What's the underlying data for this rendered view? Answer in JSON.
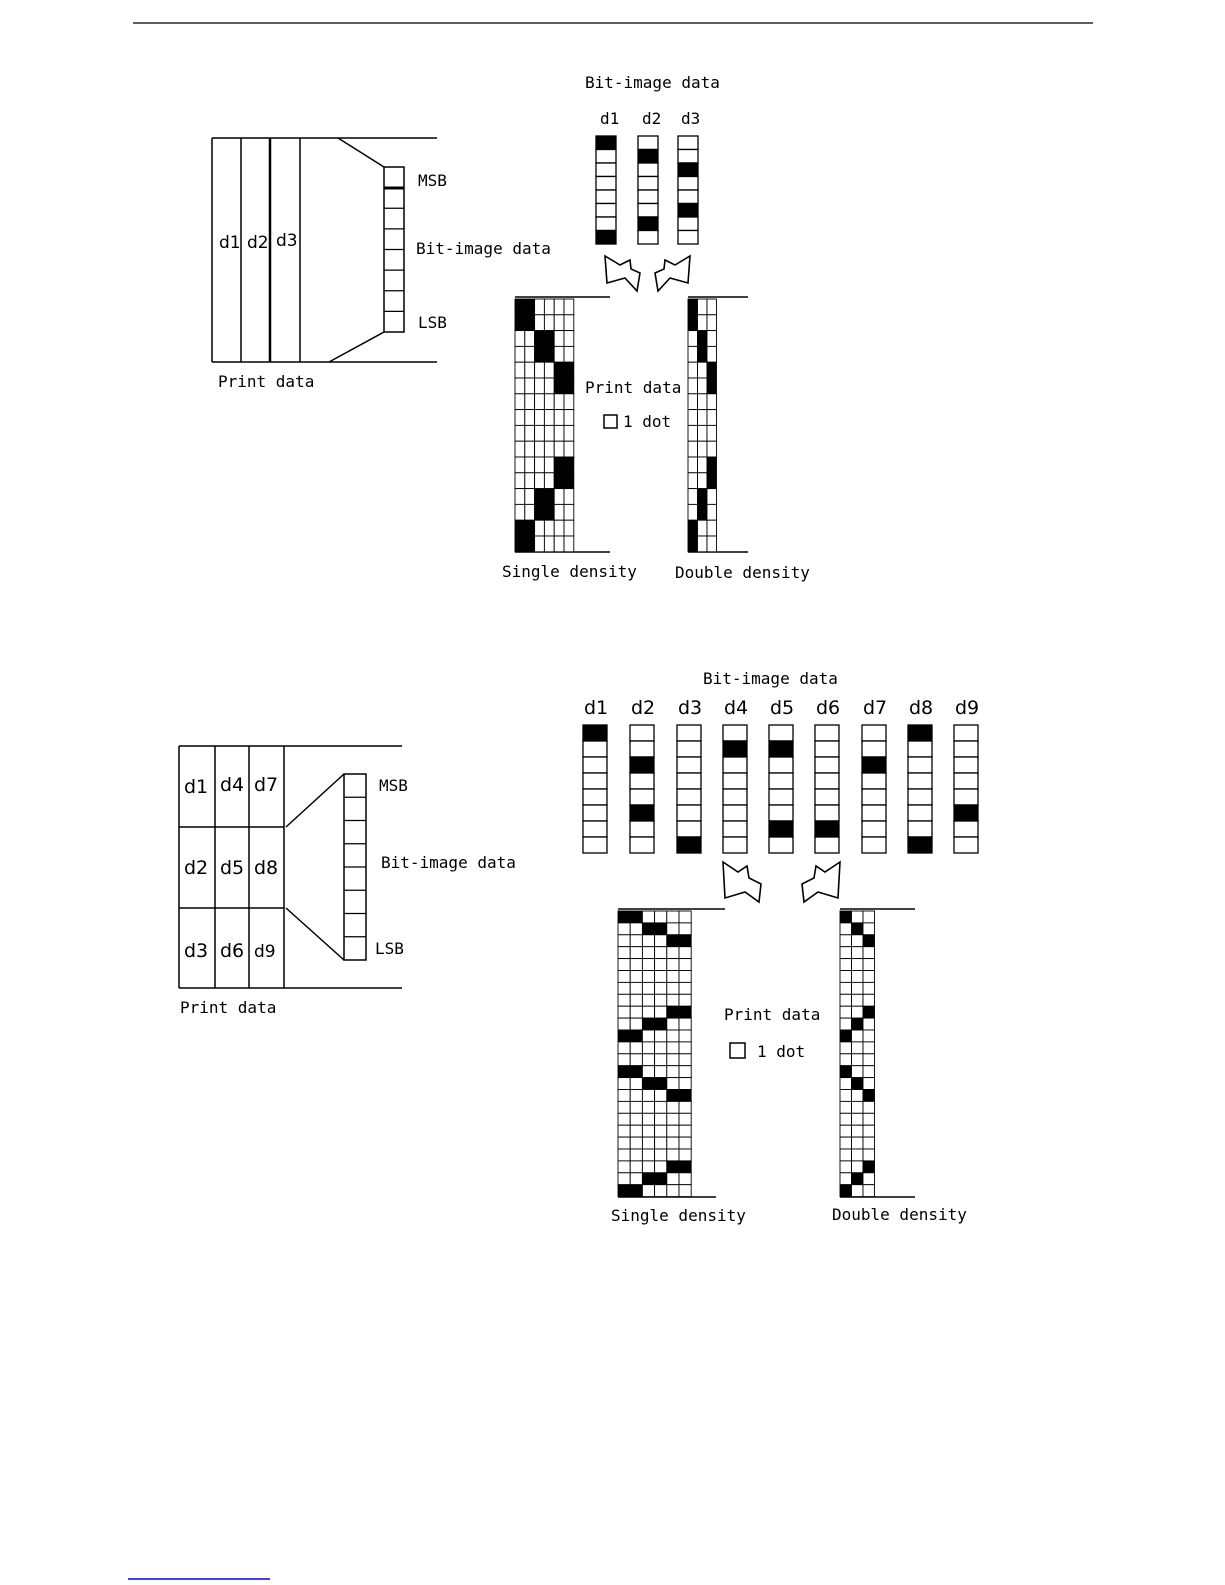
{
  "diagram1": {
    "print_data_caption": "Print data",
    "columns": [
      "d1",
      "d2",
      "d3"
    ],
    "msb": "MSB",
    "lsb": "LSB",
    "side_label": "Bit-image data",
    "top_title": "Bit-image data",
    "byte_bits": {
      "d1": [
        1,
        0,
        0,
        0,
        0,
        0,
        0,
        1
      ],
      "d2": [
        0,
        1,
        0,
        0,
        0,
        0,
        1,
        0
      ],
      "d3": [
        0,
        0,
        1,
        0,
        0,
        1,
        0,
        0
      ]
    },
    "grid_label": "Print data",
    "dot_legend": "1 dot",
    "single_caption": "Single density",
    "double_caption": "Double density"
  },
  "diagram2": {
    "print_data_caption": "Print data",
    "grid_cells": [
      [
        "d1",
        "d4",
        "d7"
      ],
      [
        "d2",
        "d5",
        "d8"
      ],
      [
        "d3",
        "d6",
        "d9"
      ]
    ],
    "msb": "MSB",
    "lsb": "LSB",
    "side_label": "Bit-image data",
    "top_title": "Bit-image data",
    "columns": [
      "d1",
      "d2",
      "d3",
      "d4",
      "d5",
      "d6",
      "d7",
      "d8",
      "d9"
    ],
    "byte_bits": {
      "d1": [
        1,
        0,
        0,
        0,
        0,
        0,
        0,
        0
      ],
      "d2": [
        0,
        0,
        1,
        0,
        0,
        1,
        0,
        0
      ],
      "d3": [
        0,
        0,
        0,
        0,
        0,
        0,
        0,
        1
      ],
      "d4": [
        0,
        1,
        0,
        0,
        0,
        0,
        0,
        0
      ],
      "d5": [
        0,
        1,
        0,
        0,
        0,
        0,
        1,
        0
      ],
      "d6": [
        0,
        0,
        0,
        0,
        0,
        0,
        1,
        0
      ],
      "d7": [
        0,
        0,
        1,
        0,
        0,
        0,
        0,
        0
      ],
      "d8": [
        1,
        0,
        0,
        0,
        0,
        0,
        0,
        1
      ],
      "d9": [
        0,
        0,
        0,
        0,
        0,
        1,
        0,
        0
      ]
    },
    "grid_label": "Print data",
    "dot_legend": "1 dot",
    "single_caption": "Single density",
    "double_caption": "Double density"
  }
}
